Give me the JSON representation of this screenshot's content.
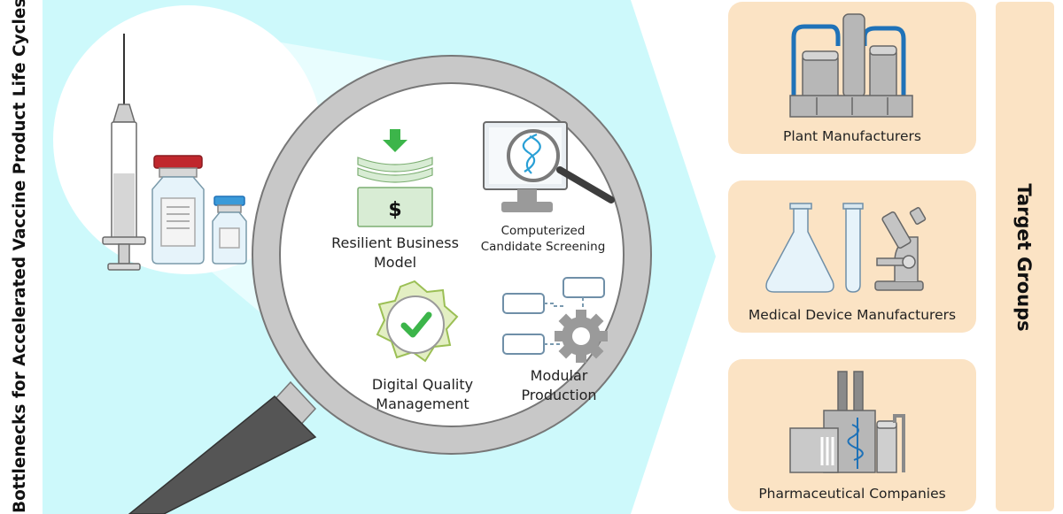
{
  "title": "Bottlenecks for Accelerated Vaccine Product Life Cycles",
  "features": [
    {
      "line1": "Resilient Business",
      "line2": "Model",
      "icon": "money-icon"
    },
    {
      "line1": "Computerized",
      "line2": "Candidate Screening",
      "icon": "dna-monitor-icon"
    },
    {
      "line1": "Digital Quality",
      "line2": "Management",
      "icon": "quality-seal-icon"
    },
    {
      "line1": "Modular",
      "line2": "Production",
      "icon": "modules-gear-icon"
    }
  ],
  "target_groups": {
    "label": "Target Groups",
    "items": [
      {
        "label": "Plant Manufacturers",
        "icon": "plant-icon"
      },
      {
        "label": "Medical Device Manufacturers",
        "icon": "lab-equipment-icon"
      },
      {
        "label": "Pharmaceutical Companies",
        "icon": "pharma-factory-icon"
      }
    ]
  },
  "colors": {
    "background_panel": "#cdf9fb",
    "lens_rim": "#c8c8c8",
    "target_box": "#fbe3c4",
    "accent_green": "#3cb54a",
    "accent_blue": "#1f72b8",
    "cap_red": "#c0272d"
  }
}
